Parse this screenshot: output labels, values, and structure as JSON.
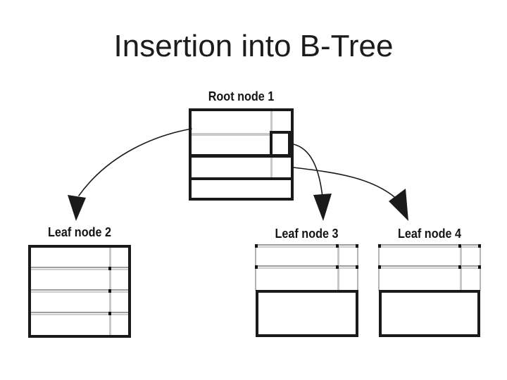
{
  "slide": {
    "title": "Insertion into B-Tree"
  },
  "diagram": {
    "root": {
      "label": "Root node 1",
      "rows": 4,
      "highlighted_cell": "row2-right"
    },
    "leaves": [
      {
        "label": "Leaf node 2",
        "rows": 4
      },
      {
        "label": "Leaf node 3",
        "rows": 3
      },
      {
        "label": "Leaf node 4",
        "rows": 3
      }
    ],
    "arrows": [
      {
        "from": "root-node-1",
        "to": "leaf-node-2"
      },
      {
        "from": "root-node-1",
        "to": "leaf-node-3"
      },
      {
        "from": "root-node-1",
        "to": "leaf-node-4"
      }
    ],
    "colors": {
      "line": "#1a1a1a",
      "gray_light": "#c8c8c8",
      "gray_dark": "#9e9e9e",
      "gray_soft": "#cfcfcf",
      "gray_border": "#b4b4b4",
      "background": "#ffffff"
    }
  }
}
